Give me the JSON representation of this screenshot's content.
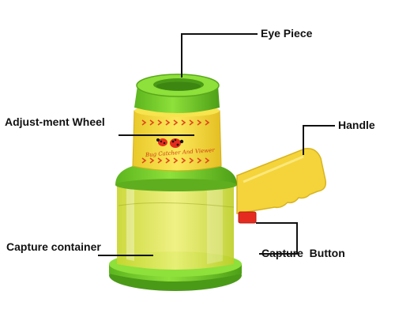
{
  "labels": {
    "eye_piece": "Eye Piece",
    "adjustment_wheel": "Adjust-ment Wheel",
    "handle": "Handle",
    "capture_container": "Capture container",
    "capture_button": "Capture  Button"
  },
  "product_text": "Bug Catcher And Viewer",
  "colors": {
    "green": "#7bd12a",
    "dark_green": "#4a9a18",
    "yellow": "#f5dc3a",
    "container_yellow": "#d8e23a",
    "red": "#e52b1f",
    "leader": "#111111"
  }
}
